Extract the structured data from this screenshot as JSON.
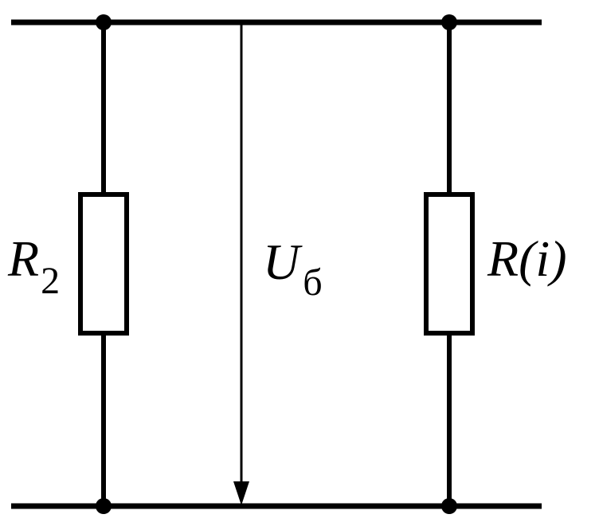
{
  "diagram": {
    "labels": {
      "r2_main": "R",
      "r2_sub": "2",
      "u_main": "U",
      "u_sub": "б",
      "ri": "R(i)"
    },
    "colors": {
      "wire": "#000000",
      "background": "#ffffff"
    }
  }
}
